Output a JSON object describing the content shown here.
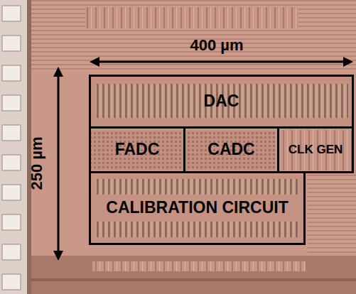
{
  "diagram": {
    "nodes": [
      {
        "text": [
          "DAC"
        ]
      },
      {
        "text": [
          "FADC"
        ]
      },
      {
        "text": [
          "CADC"
        ]
      },
      {
        "text": [
          "CLK GEN"
        ]
      },
      {
        "text": [
          "CALIBRATION CIRCUIT"
        ]
      }
    ],
    "labels": [
      "400 µm",
      "250 µm"
    ]
  }
}
